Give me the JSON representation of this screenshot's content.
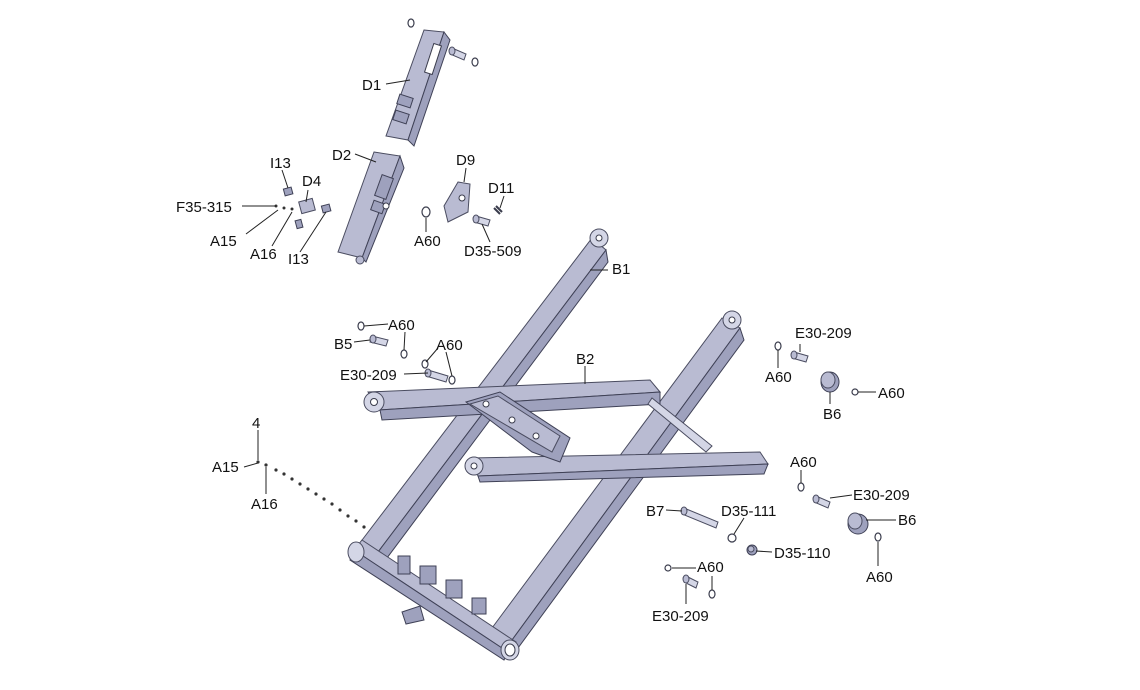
{
  "labels": {
    "D1": "D1",
    "D2": "D2",
    "D4": "D4",
    "D9": "D9",
    "D11": "D11",
    "I13_top": "I13",
    "I13_bottom": "I13",
    "F35_315": "F35-315",
    "A15_top": "A15",
    "A16_top": "A16",
    "A60_d9": "A60",
    "D35_509": "D35-509",
    "B1": "B1",
    "B2": "B2",
    "B5": "B5",
    "A60_b5_top": "A60",
    "A60_mid": "A60",
    "E30_209_left": "E30-209",
    "E30_209_right_top": "E30-209",
    "A60_right_top_left": "A60",
    "A60_right_top_right": "A60",
    "B6_top": "B6",
    "A60_right_mid": "A60",
    "E30_209_right_mid": "E30-209",
    "B6_bottom": "B6",
    "A60_right_bottom": "A60",
    "num_4": "4",
    "A15_left": "A15",
    "A16_left": "A16",
    "B7": "B7",
    "D35_111": "D35-111",
    "D35_110": "D35-110",
    "A60_bottom": "A60",
    "E30_209_bottom": "E30-209"
  }
}
